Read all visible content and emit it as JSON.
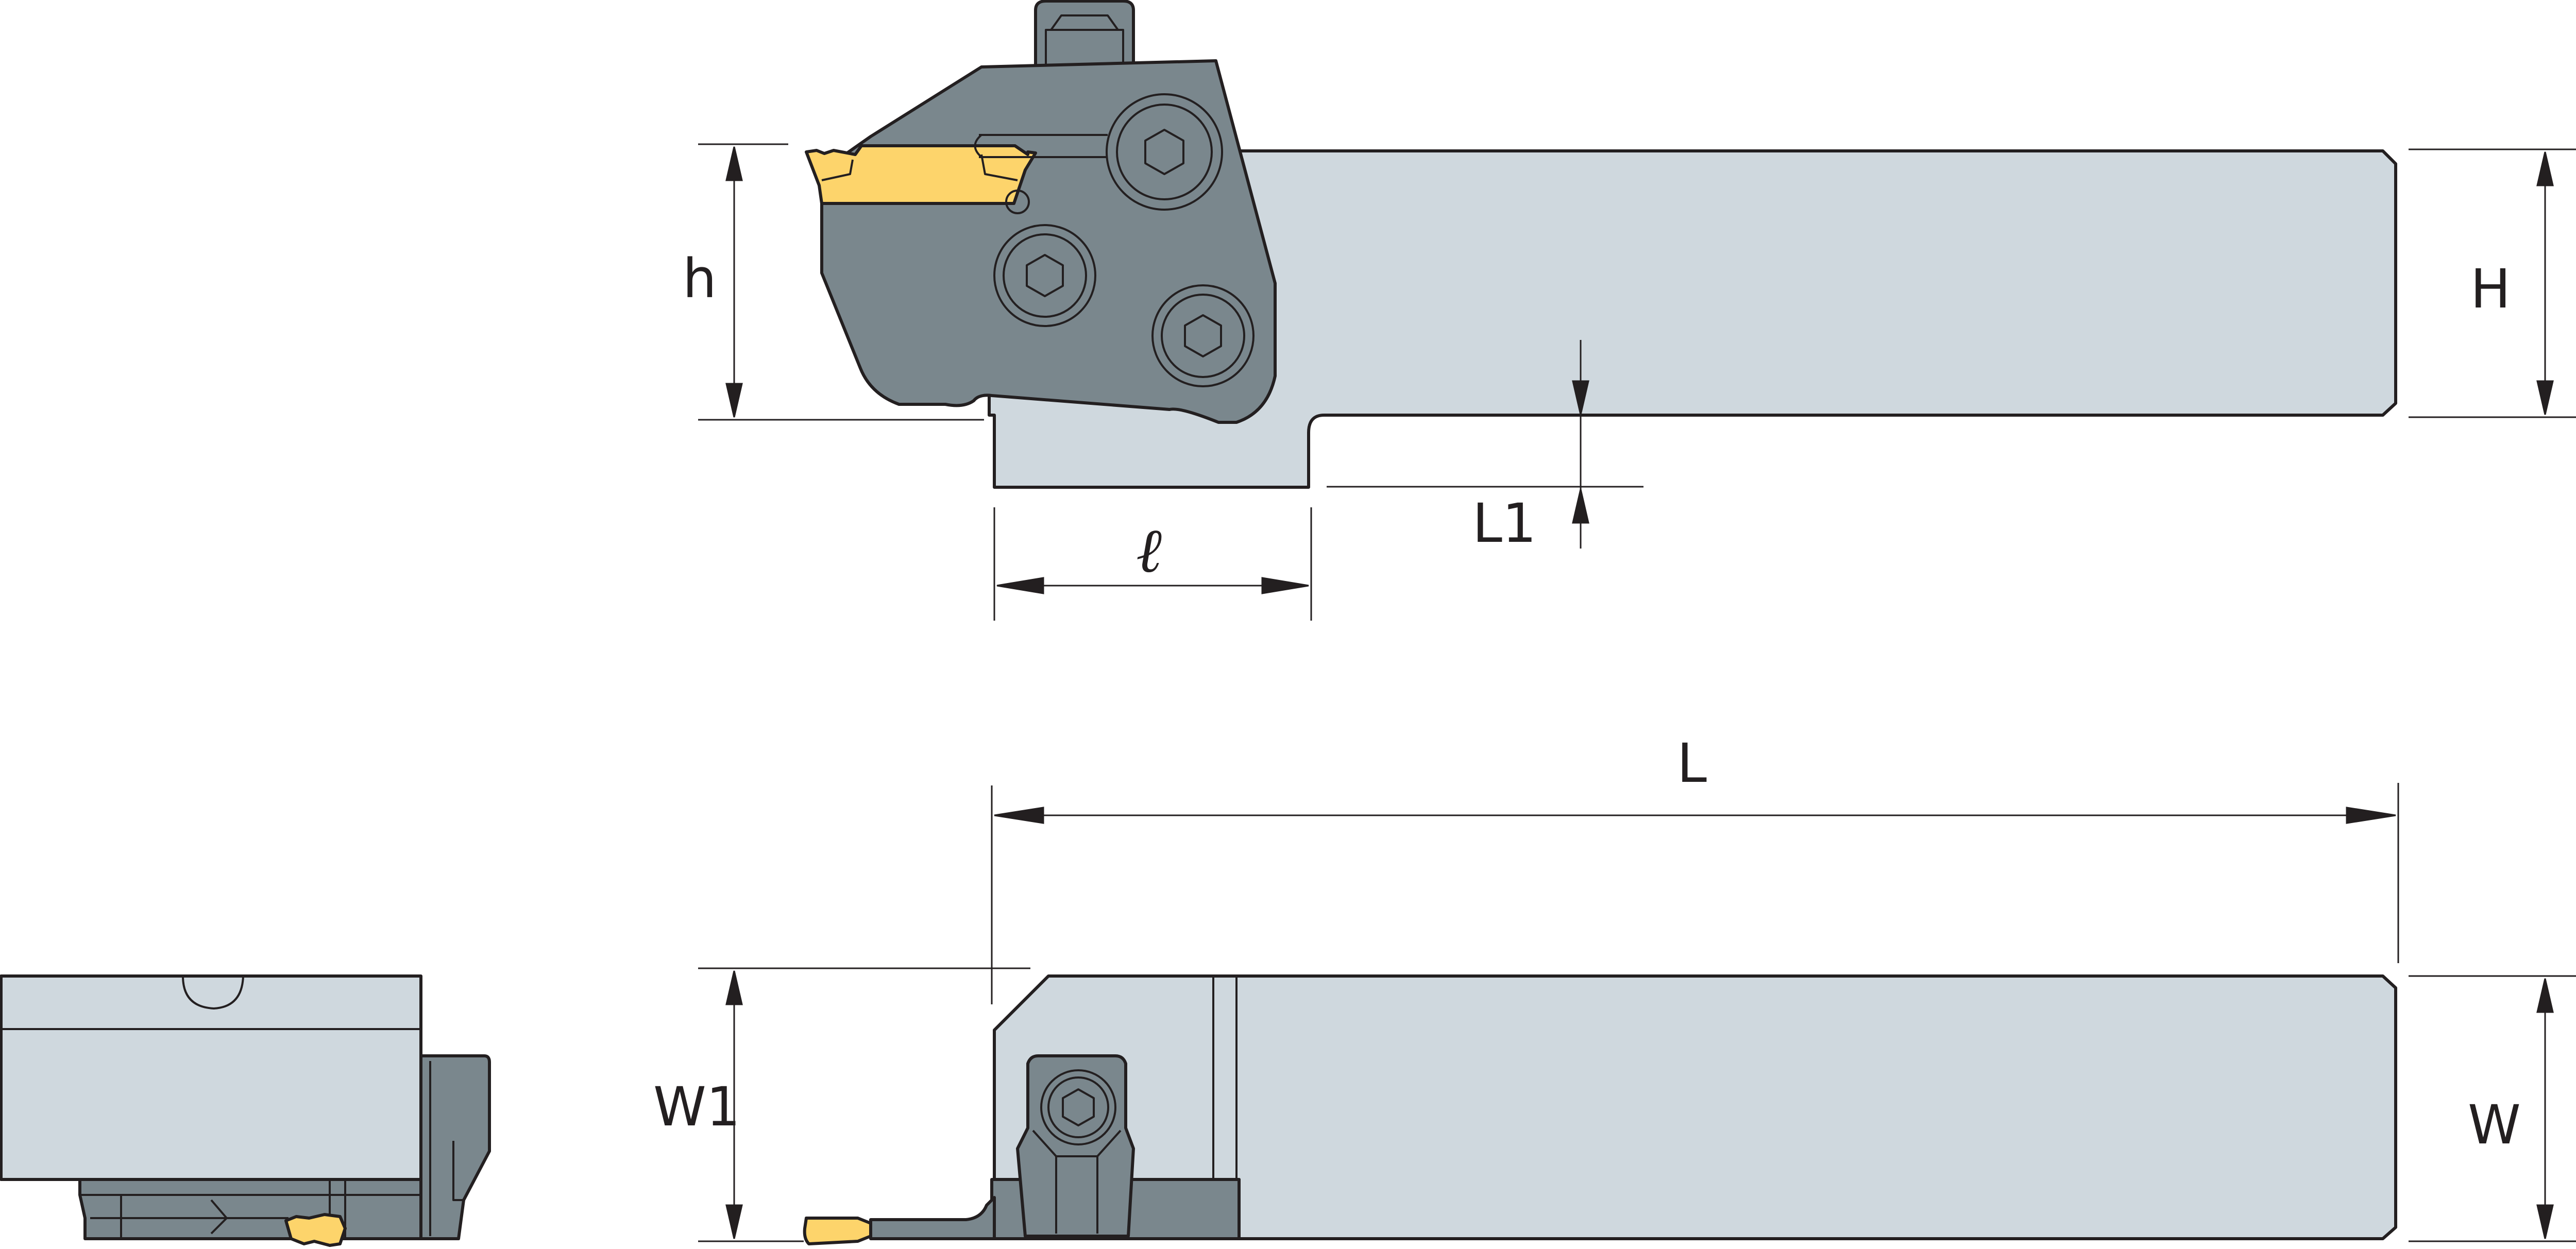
{
  "drawing": {
    "dimensions": {
      "h": "h",
      "H": "H",
      "L1": "L1",
      "l": "ℓ",
      "L": "L",
      "W1": "W1",
      "W": "W"
    },
    "colors": {
      "body": "#cfd8de",
      "clamp": "#7a878d",
      "insert": "#fdd46b",
      "outline": "#231f20",
      "dim_line": "#231f20"
    }
  }
}
